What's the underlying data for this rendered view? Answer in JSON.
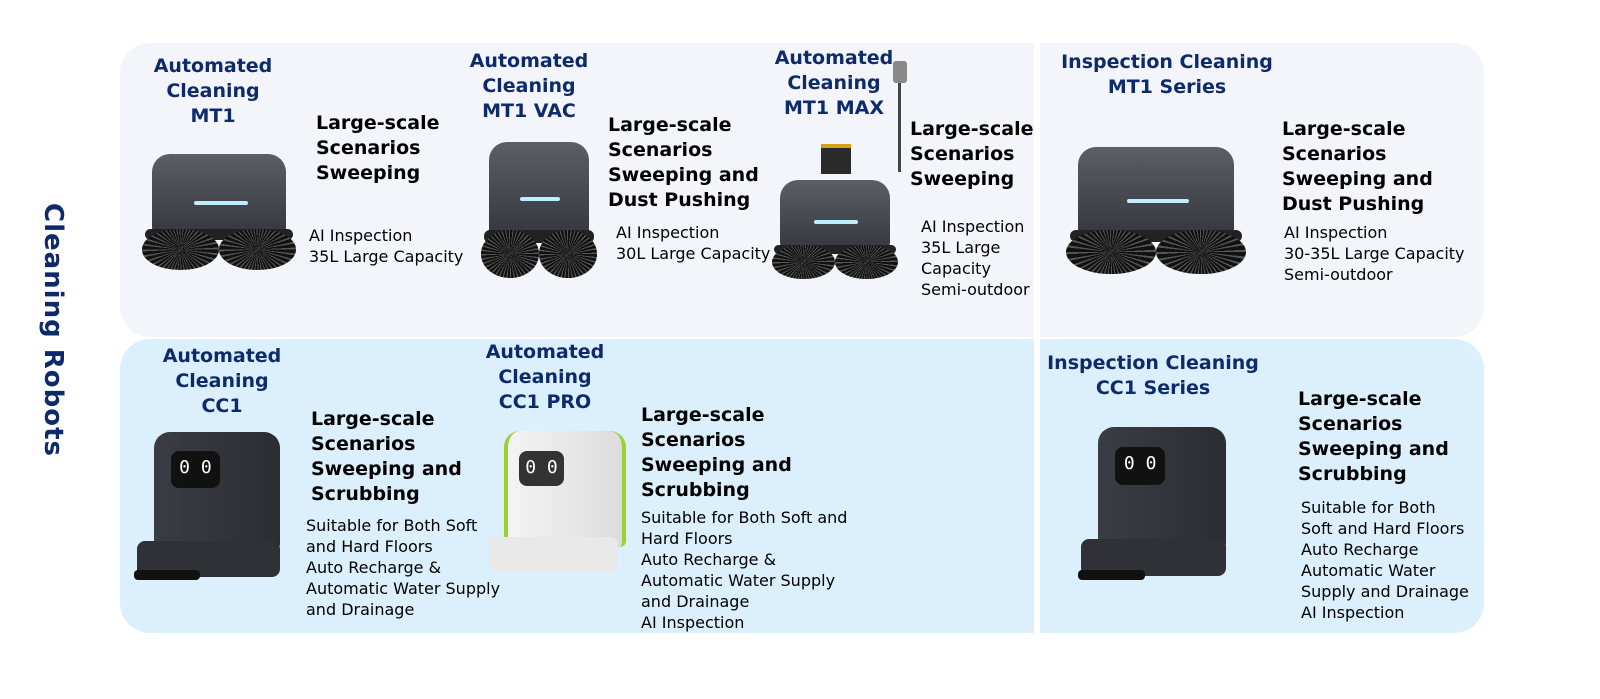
{
  "side_label": "Cleaning Robots",
  "colors": {
    "title": "#0d2a6b",
    "top_panel": "#f3f5fb",
    "bottom_panel": "#dbf0fc"
  },
  "products": [
    {
      "title": "Automated\nCleaning\nMT1",
      "headline": "Large-scale\nScenarios\nSweeping",
      "features": "AI Inspection\n35L Large Capacity",
      "image": "sweeper-robot"
    },
    {
      "title": "Automated\nCleaning\nMT1 VAC",
      "headline": "Large-scale\nScenarios\nSweeping and\nDust Pushing",
      "features": "AI Inspection\n30L Large Capacity",
      "image": "sweeper-robot"
    },
    {
      "title": "Automated\nCleaning\nMT1 MAX",
      "headline": "Large-scale\nScenarios\nSweeping",
      "features": "AI Inspection\n35L Large\nCapacity\nSemi-outdoor",
      "image": "sweeper-robot-with-mast"
    },
    {
      "title": "Inspection Cleaning\nMT1 Series",
      "headline": "Large-scale\nScenarios\nSweeping and\nDust Pushing",
      "features": "AI Inspection\n30-35L Large Capacity\nSemi-outdoor",
      "image": "sweeper-robot"
    },
    {
      "title": "Automated\nCleaning\nCC1",
      "headline": "Large-scale\nScenarios\nSweeping and\nScrubbing",
      "features": "Suitable for Both Soft\n and Hard Floors\nAuto Recharge &\nAutomatic Water Supply\nand Drainage",
      "image": "scrubber-robot",
      "face": "0 0"
    },
    {
      "title": "Automated\nCleaning\nCC1 PRO",
      "headline": "Large-scale\nScenarios\nSweeping and\nScrubbing",
      "features": "Suitable for Both Soft and\nHard Floors\nAuto Recharge &\nAutomatic Water Supply\nand Drainage\nAI Inspection",
      "image": "scrubber-robot-white",
      "face": "0 0"
    },
    {
      "title": "Inspection Cleaning\nCC1 Series",
      "headline": "Large-scale\nScenarios\nSweeping and\nScrubbing",
      "features": "Suitable for Both\nSoft and Hard Floors\nAuto Recharge\nAutomatic Water\nSupply and Drainage\nAI Inspection",
      "image": "scrubber-robot",
      "face": "0 0"
    }
  ]
}
